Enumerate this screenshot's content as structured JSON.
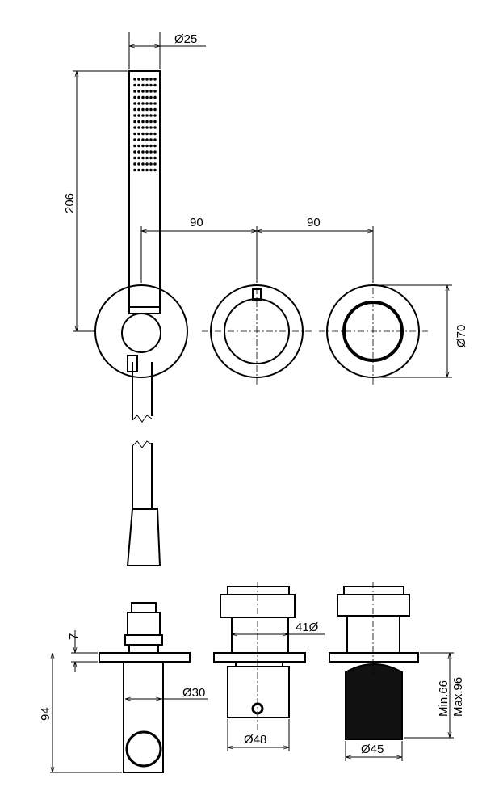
{
  "dimensions": {
    "handshower_diameter": "Ø25",
    "handshower_height": "206",
    "spacing_left": "90",
    "spacing_right": "90",
    "rosette_diameter": "Ø70",
    "flange_thickness": "7",
    "total_depth": "94",
    "outlet_diameter": "Ø30",
    "cartridge_diameter": "41Ø",
    "handle_diameter": "Ø48",
    "knob_diameter": "Ø45",
    "wall_min": "Min.66",
    "wall_max": "Max.96"
  },
  "colors": {
    "line": "#000000",
    "background": "#ffffff"
  }
}
